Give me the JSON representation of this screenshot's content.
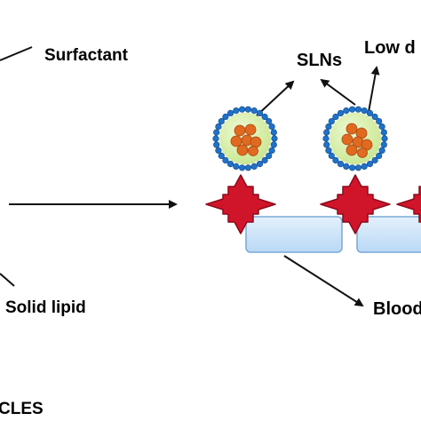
{
  "labels": {
    "surfactant": "Surfactant",
    "slns": "SLNs",
    "low_d": "Low d",
    "solid_lipid": "Solid lipid",
    "blood": "Blood",
    "cles": "CLES"
  },
  "colors": {
    "arrow": "#111111",
    "cross": "#d0142a",
    "cross_dark": "#8f0a1a",
    "vessel_fill": "#cfe6fa",
    "vessel_stroke": "#7aa9d6",
    "sln_core": "#d7f0a8",
    "sln_shell": "#1f72c8",
    "drug": "#e06a1f"
  }
}
